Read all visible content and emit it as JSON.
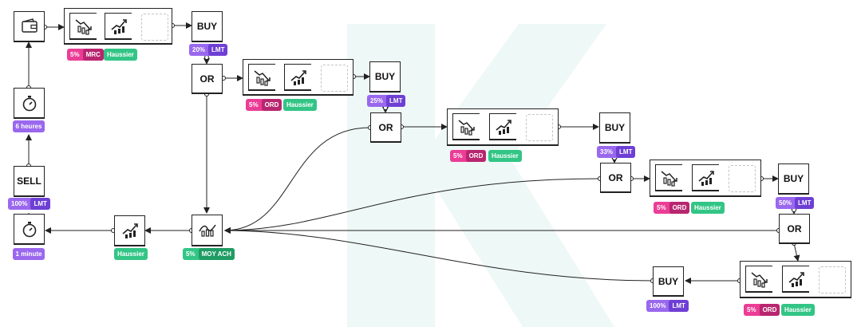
{
  "nodes": {
    "buy_label": "BUY",
    "sell_label": "SELL",
    "or_label": "OR"
  },
  "badges": {
    "b1_pct": "20%",
    "b1_type": "LMT",
    "b2_pct": "25%",
    "b2_type": "LMT",
    "b3_pct": "33%",
    "b3_type": "LMT",
    "b4_pct": "50%",
    "b4_type": "LMT",
    "b5_pct": "100%",
    "b5_type": "LMT",
    "sell_pct": "100%",
    "sell_type": "LMT",
    "avg_pct": "5%",
    "avg_type": "MOY ACH"
  },
  "conditions": {
    "g1_pct": "5%",
    "g1_type": "MRC",
    "g1_trend": "Haussier",
    "g2_pct": "5%",
    "g2_type": "ORD",
    "g2_trend": "Haussier",
    "g3_pct": "5%",
    "g3_type": "ORD",
    "g3_trend": "Haussier",
    "g4_pct": "5%",
    "g4_type": "ORD",
    "g4_trend": "Haussier",
    "g5_pct": "5%",
    "g5_type": "ORD",
    "g5_trend": "Haussier"
  },
  "captions": {
    "timer_6h": "6 heures",
    "timer_1m": "1 minute",
    "bull_signal": "Haussier"
  },
  "colors": {
    "purple": "#9a68ee",
    "purple_dark": "#6e3fd4",
    "green": "#33c586",
    "green_dark": "#1f9c64",
    "pink": "#eb3d96",
    "pink_dark": "#b8266f",
    "line": "#222222"
  },
  "icons": [
    "wallet-icon",
    "stopwatch-icon",
    "candles-down-icon",
    "candles-up-icon",
    "candles-average-icon"
  ]
}
